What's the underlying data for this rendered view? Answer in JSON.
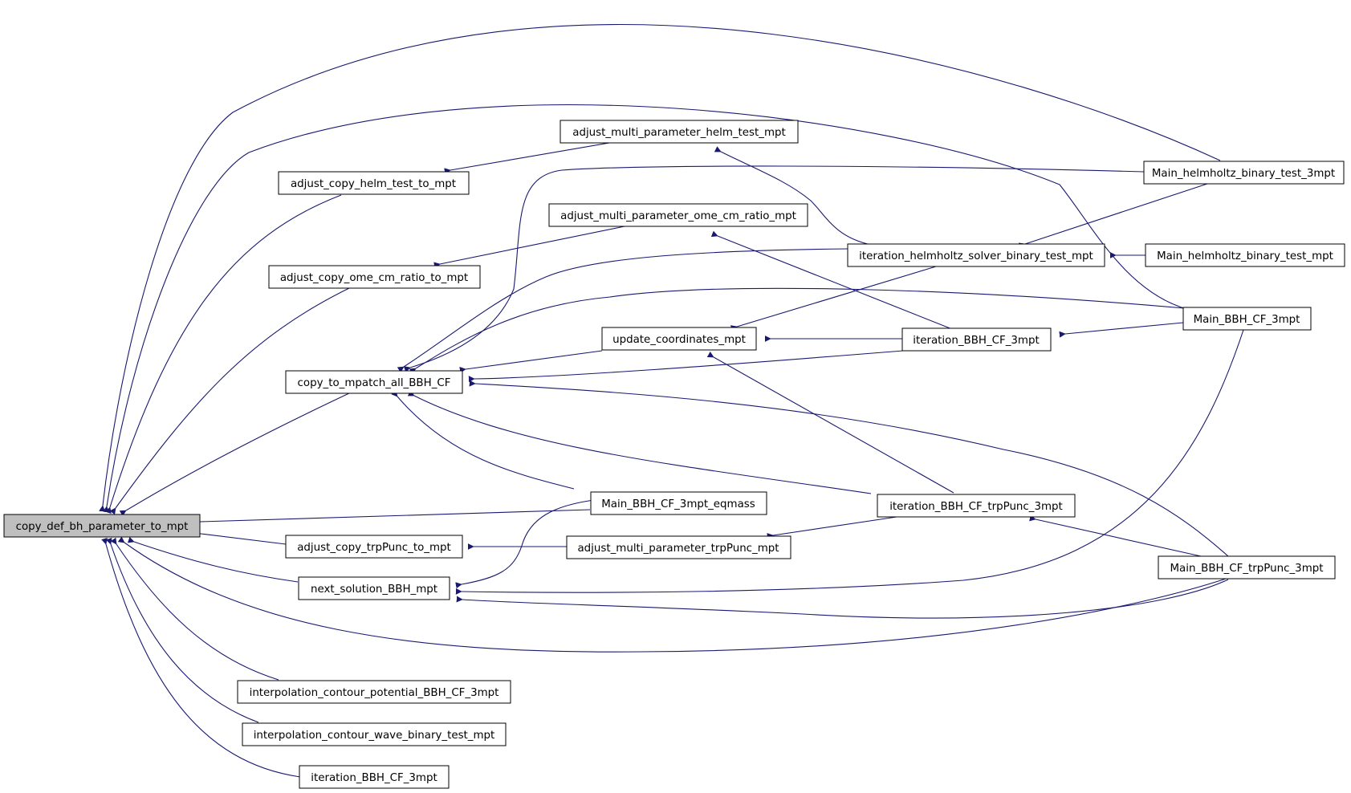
{
  "colors": {
    "edge": "#191970",
    "root_fill": "#bfbfbf",
    "node_fill": "#ffffff",
    "border": "#000000"
  },
  "nodes": {
    "root": "copy_def_bh_parameter_to_mpt",
    "adj_copy_helm": "adjust_copy_helm_test_to_mpt",
    "adj_copy_ome": "adjust_copy_ome_cm_ratio_to_mpt",
    "copy_mpatch": "copy_to_mpatch_all_BBH_CF",
    "adj_copy_trp": "adjust_copy_trpPunc_to_mpt",
    "next_sol": "next_solution_BBH_mpt",
    "interp_pot": "interpolation_contour_potential_BBH_CF_3mpt",
    "interp_wave": "interpolation_contour_wave_binary_test_mpt",
    "iter_bbh_b": "iteration_BBH_CF_3mpt",
    "adj_multi_helm": "adjust_multi_parameter_helm_test_mpt",
    "adj_multi_ome": "adjust_multi_parameter_ome_cm_ratio_mpt",
    "update_coords": "update_coordinates_mpt",
    "main_eqmass": "Main_BBH_CF_3mpt_eqmass",
    "adj_multi_trp": "adjust_multi_parameter_trpPunc_mpt",
    "iter_helm": "iteration_helmholtz_solver_binary_test_mpt",
    "iter_bbh": "iteration_BBH_CF_3mpt",
    "iter_trp": "iteration_BBH_CF_trpPunc_3mpt",
    "main_helm3": "Main_helmholtz_binary_test_3mpt",
    "main_helm": "Main_helmholtz_binary_test_mpt",
    "main_bbh": "Main_BBH_CF_3mpt",
    "main_trp": "Main_BBH_CF_trpPunc_3mpt"
  }
}
